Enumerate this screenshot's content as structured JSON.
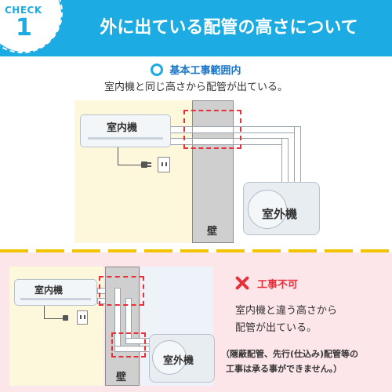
{
  "header": {
    "check_label": "CHECK",
    "check_number": "1",
    "title": "外に出ている配管の高さについて"
  },
  "ok_section": {
    "icon": "circle-ok-icon",
    "label": "基本工事範囲内",
    "description": "室内機と同じ高さから配管が出ている。"
  },
  "ng_section": {
    "icon": "cross-ng-icon",
    "label": "工事不可",
    "description_line1": "室内機と違う高さから",
    "description_line2": "配管が出ている。",
    "note_line1": "（隠蔽配管、先行(仕込み)配管等の",
    "note_line2": "工事は承る事ができません。）"
  },
  "diagram_labels": {
    "indoor_unit": "室内機",
    "outdoor_unit": "室外機",
    "wall": "壁"
  },
  "colors": {
    "header_blue": "#1cabe3",
    "ok_blue": "#1a74c8",
    "ng_red": "#e8303a",
    "divider_yellow": "#f2c400",
    "room_yellow": "#fdf8dc",
    "bottom_pink": "#fde6ea"
  }
}
